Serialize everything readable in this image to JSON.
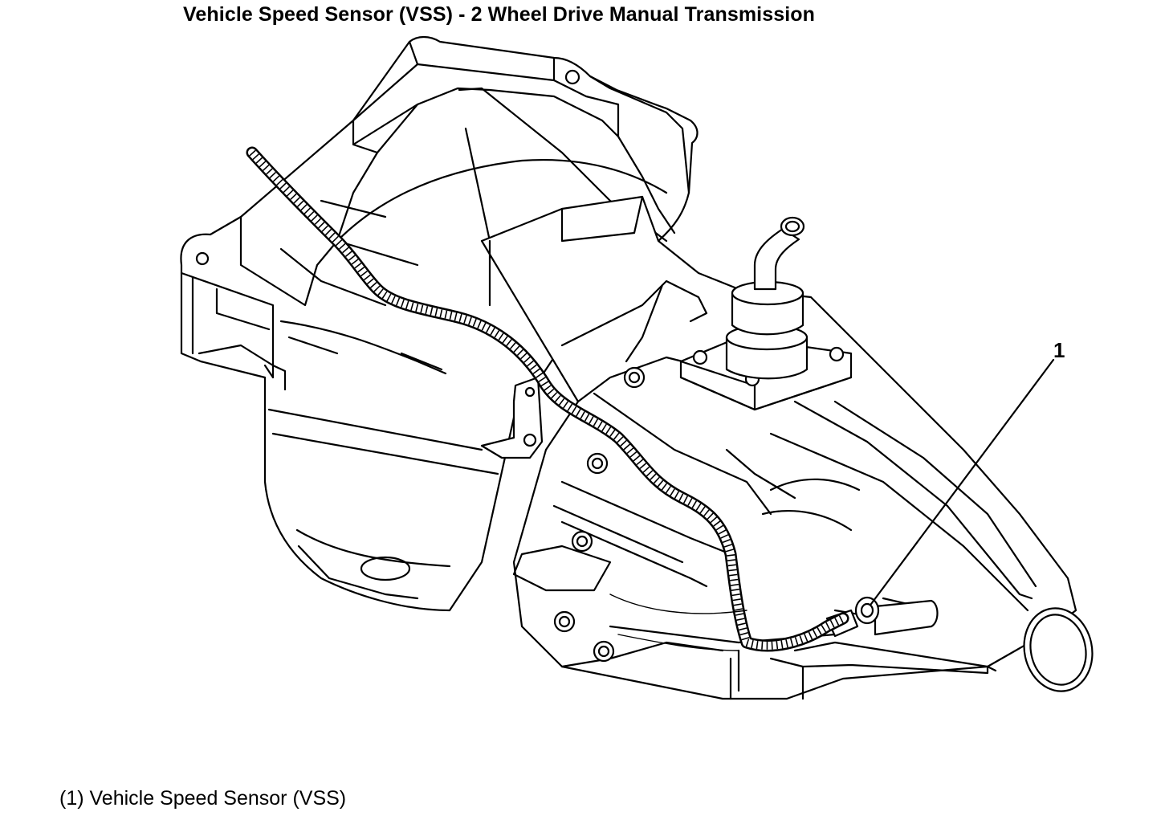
{
  "title": "Vehicle Speed Sensor (VSS) - 2 Wheel Drive Manual Transmission",
  "callouts": [
    {
      "number": "1",
      "label": "Vehicle Speed Sensor (VSS)"
    }
  ],
  "caption": "(1) Vehicle Speed Sensor (VSS)"
}
